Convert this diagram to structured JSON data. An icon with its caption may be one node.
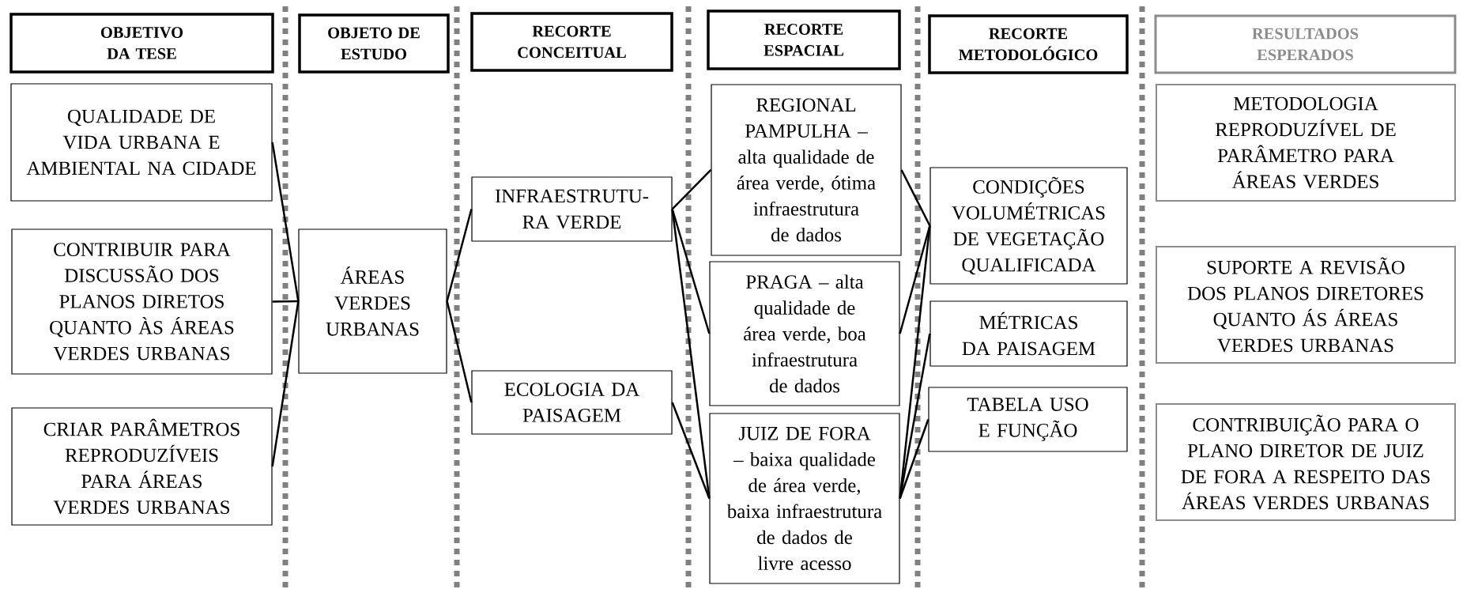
{
  "diagram": {
    "nodes": [
      {
        "text": [
          "OBJETIVO DA TESE"
        ]
      },
      {
        "text": [
          "QUALIDADE DE VIDA URBANA E AMBIENTAL NA CIDADE"
        ]
      },
      {
        "text": [
          "CONTRIBUIR PARA DISCUSSÃO DOS PLANOS DIRETOS QUANTO ÀS ÁREAS VERDES URBANAS"
        ]
      },
      {
        "text": [
          "CRIAR PARÂMETROS REPRODUZÍVEIS PARA ÁREAS VERDES URBANAS"
        ]
      },
      {
        "text": [
          "OBJETO DE ESTUDO"
        ]
      },
      {
        "text": [
          "ÁREAS VERDES URBANAS"
        ]
      },
      {
        "text": [
          "RECORTE CONCEITUAL"
        ]
      },
      {
        "text": [
          "INFRAESTRUTU-RA VERDE"
        ]
      },
      {
        "text": [
          "ECOLOGIA DA PAISAGEM"
        ]
      },
      {
        "text": [
          "RECORTE ESPACIAL"
        ]
      },
      {
        "text": [
          "REGIONAL PAMPULHA – alta qualidade de área verde, ótima infraestrutura de dados"
        ]
      },
      {
        "text": [
          "PRAGA – alta qualidade de área verde, boa infraestrutura de dados"
        ]
      },
      {
        "text": [
          "JUIZ DE FORA – baixa qualidade de área verde, baixa infraestrutura de dados de livre acesso"
        ]
      },
      {
        "text": [
          "RECORTE METODOLÓGICO"
        ]
      },
      {
        "text": [
          "CONDIÇÕES VOLUMÉTRICAS DE VEGETAÇÃO QUALIFICADA"
        ]
      },
      {
        "text": [
          "MÉTRICAS DA PAISAGEM"
        ]
      },
      {
        "text": [
          "TABELA USO E FUNÇÃO"
        ]
      },
      {
        "text": [
          "RESULTADOS ESPERADOS"
        ]
      },
      {
        "text": [
          "METODOLOGIA REPRODUZÍVEL DE PARÂMETRO PARA ÁREAS VERDES"
        ]
      },
      {
        "text": [
          "SUPORTE A REVISÃO DOS PLANOS DIRETORES QUANTO ÁS ÁREAS VERDES URBANAS"
        ]
      },
      {
        "text": [
          "CONTRIBUIÇÃO PARA O PLANO DIRETOR DE JUIZ DE FORA A RESPEITO DAS ÁREAS VERDES URBANAS"
        ]
      }
    ],
    "edges": [
      {
        "from": 1,
        "to": 5,
        "arrow": "none"
      },
      {
        "from": 2,
        "to": 5,
        "arrow": "none"
      },
      {
        "from": 3,
        "to": 5,
        "arrow": "none"
      },
      {
        "from": 5,
        "to": 7,
        "arrow": "none"
      },
      {
        "from": 5,
        "to": 8,
        "arrow": "none"
      },
      {
        "from": 7,
        "to": 10,
        "arrow": "none"
      },
      {
        "from": 7,
        "to": 11,
        "arrow": "none"
      },
      {
        "from": 7,
        "to": 12,
        "arrow": "none"
      },
      {
        "from": 8,
        "to": 12,
        "arrow": "none"
      },
      {
        "from": 10,
        "to": 14,
        "arrow": "none"
      },
      {
        "from": 11,
        "to": 14,
        "arrow": "none"
      },
      {
        "from": 12,
        "to": 14,
        "arrow": "none"
      },
      {
        "from": 12,
        "to": 15,
        "arrow": "none"
      },
      {
        "from": 12,
        "to": 16,
        "arrow": "none"
      }
    ]
  }
}
